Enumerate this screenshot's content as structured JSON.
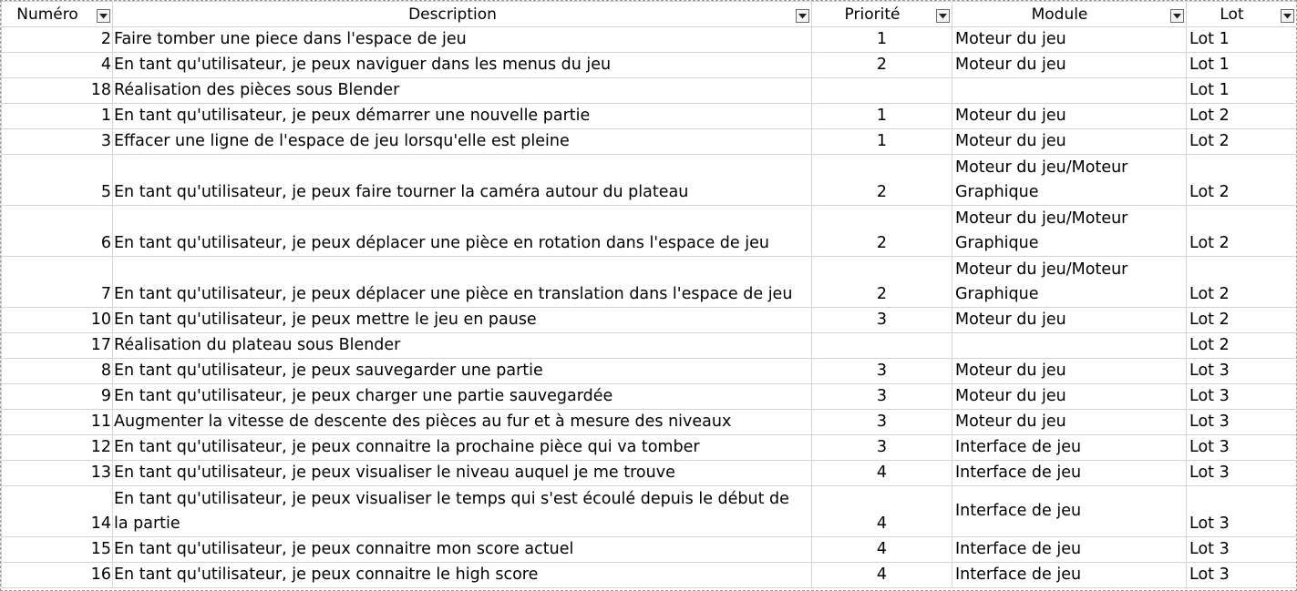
{
  "headers": {
    "numero": "Numéro",
    "description": "Description",
    "priorite": "Priorité",
    "module": "Module",
    "lot": "Lot"
  },
  "icons": {
    "filter": "dropdown-arrow-icon"
  },
  "rows": [
    {
      "numero": "2",
      "description": "Faire tomber une piece dans l'espace de jeu",
      "priorite": "1",
      "module": "Moteur du jeu",
      "lot": "Lot 1"
    },
    {
      "numero": "4",
      "description": "En tant qu'utilisateur, je peux naviguer dans les menus du jeu",
      "priorite": "2",
      "module": "Moteur du jeu",
      "lot": "Lot 1"
    },
    {
      "numero": "18",
      "description": "Réalisation des pièces sous Blender",
      "priorite": "",
      "module": "",
      "lot": "Lot 1"
    },
    {
      "numero": "1",
      "description": "En tant qu'utilisateur, je peux démarrer une nouvelle partie",
      "priorite": "1",
      "module": "Moteur du jeu",
      "lot": "Lot 2"
    },
    {
      "numero": "3",
      "description": "Effacer une ligne de l'espace de jeu lorsqu'elle est pleine",
      "priorite": "1",
      "module": "Moteur du jeu",
      "lot": "Lot 2"
    },
    {
      "numero": "5",
      "description": "En tant qu'utilisateur, je peux faire tourner la caméra autour du plateau",
      "priorite": "2",
      "module": "Moteur du jeu/Moteur Graphique",
      "lot": "Lot 2"
    },
    {
      "numero": "6",
      "description": "En tant qu'utilisateur, je peux déplacer une pièce en rotation dans l'espace de jeu",
      "priorite": "2",
      "module": "Moteur du jeu/Moteur Graphique",
      "lot": "Lot 2"
    },
    {
      "numero": "7",
      "description": "En tant qu'utilisateur, je peux déplacer une pièce en translation dans l'espace de jeu",
      "priorite": "2",
      "module": "Moteur du jeu/Moteur Graphique",
      "lot": "Lot 2"
    },
    {
      "numero": "10",
      "description": "En tant qu'utilisateur, je peux mettre le jeu en pause",
      "priorite": "3",
      "module": "Moteur du jeu",
      "lot": "Lot 2"
    },
    {
      "numero": "17",
      "description": "Réalisation du plateau sous Blender",
      "priorite": "",
      "module": "",
      "lot": "Lot 2"
    },
    {
      "numero": "8",
      "description": "En tant qu'utilisateur, je peux sauvegarder une partie",
      "priorite": "3",
      "module": "Moteur du jeu",
      "lot": "Lot 3"
    },
    {
      "numero": "9",
      "description": "En tant qu'utilisateur, je peux charger une partie sauvegardée",
      "priorite": "3",
      "module": "Moteur du jeu",
      "lot": "Lot 3"
    },
    {
      "numero": "11",
      "description": "Augmenter la vitesse de descente des pièces au fur et à mesure des niveaux",
      "priorite": "3",
      "module": "Moteur du jeu",
      "lot": "Lot 3"
    },
    {
      "numero": "12",
      "description": "En tant qu'utilisateur, je peux connaitre la prochaine pièce qui va tomber",
      "priorite": "3",
      "module": "Interface de jeu",
      "lot": "Lot 3"
    },
    {
      "numero": "13",
      "description": "En tant qu'utilisateur, je peux visualiser le niveau auquel je me trouve",
      "priorite": "4",
      "module": "Interface de jeu",
      "lot": "Lot 3"
    },
    {
      "numero": "14",
      "description": "En tant qu'utilisateur, je peux visualiser le temps qui s'est écoulé depuis le début de la partie",
      "priorite": "4",
      "module": "Interface de jeu",
      "lot": "Lot 3"
    },
    {
      "numero": "15",
      "description": "En tant qu'utilisateur, je peux connaitre mon score actuel",
      "priorite": "4",
      "module": "Interface de jeu",
      "lot": "Lot 3"
    },
    {
      "numero": "16",
      "description": "En tant qu'utilisateur, je peux connaitre le high score",
      "priorite": "4",
      "module": "Interface de jeu",
      "lot": "Lot 3"
    }
  ]
}
